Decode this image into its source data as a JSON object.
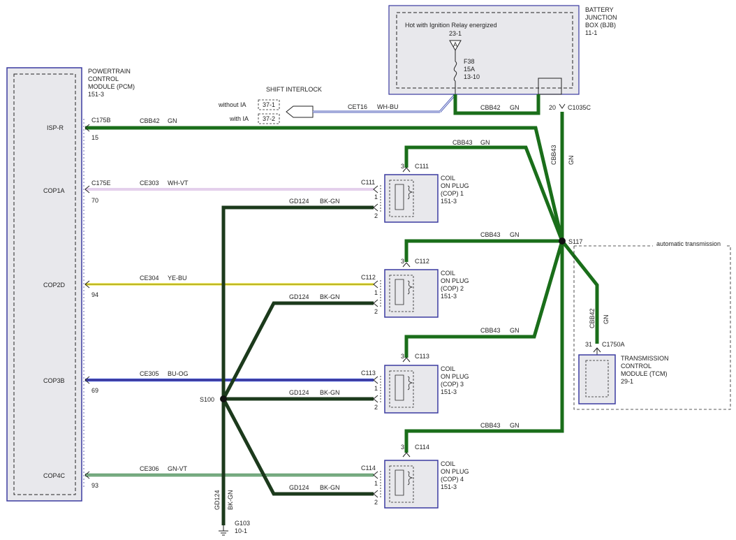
{
  "colors": {
    "gn": "#1a6e1a",
    "bk_gn": "#1c3a1c",
    "wh_vt": "#c9a0d9",
    "ye_bu": "#e8e000",
    "bu_og": "#1a2fc0",
    "gn_vt": "#2e7d3e",
    "wh_bu": "#4a5ab8",
    "module_border": "#3a3aa0",
    "module_fill": "#e8e8ec"
  },
  "pcm": {
    "title_lines": [
      "POWERTRAIN",
      "CONTROL",
      "MODULE (PCM)",
      "151-3"
    ],
    "pins": [
      {
        "name": "ISP-R",
        "connector": "C175B",
        "pin": "15"
      },
      {
        "name": "COP1A",
        "connector": "C175E",
        "pin": "70"
      },
      {
        "name": "COP2D",
        "connector": "",
        "pin": "94"
      },
      {
        "name": "COP3B",
        "connector": "",
        "pin": "69"
      },
      {
        "name": "COP4C",
        "connector": "",
        "pin": "93"
      }
    ]
  },
  "bjb": {
    "title_lines": [
      "BATTERY",
      "JUNCTION",
      "BOX (BJB)",
      "11-1"
    ],
    "hot_text": "Hot with Ignition Relay energized",
    "ref": "23-1",
    "fuse_letter": "A",
    "fuse_lines": [
      "F38",
      "15A",
      "13-10"
    ],
    "connector_pin": "20",
    "connector": "C1035C"
  },
  "shift_interlock": {
    "title": "SHIFT INTERLOCK",
    "rows": [
      {
        "label": "without IA",
        "ref": "37-1"
      },
      {
        "label": "with IA",
        "ref": "37-2"
      }
    ],
    "wire": "CET16",
    "wire_color": "WH-BU"
  },
  "wires": {
    "cbb42_top": {
      "circuit": "CBB42",
      "color": "GN"
    },
    "cbb42_bjb": {
      "circuit": "CBB42",
      "color": "GN"
    },
    "cbb43_vert": {
      "circuit": "CBB43",
      "color": "GN"
    },
    "cbb43_cop1": {
      "circuit": "CBB43",
      "color": "GN"
    },
    "cbb43_cop2": {
      "circuit": "CBB43",
      "color": "GN"
    },
    "cbb43_cop3": {
      "circuit": "CBB43",
      "color": "GN"
    },
    "cbb43_cop4": {
      "circuit": "CBB43",
      "color": "GN"
    },
    "ce303": {
      "circuit": "CE303",
      "color": "WH-VT"
    },
    "ce304": {
      "circuit": "CE304",
      "color": "YE-BU"
    },
    "ce305": {
      "circuit": "CE305",
      "color": "BU-OG"
    },
    "ce306": {
      "circuit": "CE306",
      "color": "GN-VT"
    },
    "gd124_1": {
      "circuit": "GD124",
      "color": "BK-GN"
    },
    "gd124_2": {
      "circuit": "GD124",
      "color": "BK-GN"
    },
    "gd124_3": {
      "circuit": "GD124",
      "color": "BK-GN"
    },
    "gd124_4": {
      "circuit": "GD124",
      "color": "BK-GN"
    },
    "gd124_vert": {
      "circuit": "GD124",
      "color": "BK-GN"
    },
    "cbb42_tcm": {
      "circuit": "CBB42",
      "color": "GN"
    }
  },
  "splices": {
    "s117": "S117",
    "s100": "S100"
  },
  "ground": {
    "name": "G103",
    "ref": "10-1"
  },
  "coils": [
    {
      "lines": [
        "COIL",
        "ON PLUG",
        "(COP) 1",
        "151-3"
      ],
      "connector": "C111",
      "pin3": "3",
      "pin1": "1",
      "pin2": "2"
    },
    {
      "lines": [
        "COIL",
        "ON PLUG",
        "(COP) 2",
        "151-3"
      ],
      "connector": "C112",
      "pin3": "3",
      "pin1": "1",
      "pin2": "2"
    },
    {
      "lines": [
        "COIL",
        "ON PLUG",
        "(COP) 3",
        "151-3"
      ],
      "connector": "C113",
      "pin3": "3",
      "pin1": "1",
      "pin2": "2"
    },
    {
      "lines": [
        "COIL",
        "ON PLUG",
        "(COP) 4",
        "151-3"
      ],
      "connector": "C114",
      "pin3": "3",
      "pin1": "1",
      "pin2": "2"
    }
  ],
  "tcm": {
    "box_label": "automatic transmission",
    "title_lines": [
      "TRANSMISSION",
      "CONTROL",
      "MODULE (TCM)",
      "29-1"
    ],
    "pin": "31",
    "connector": "C1750A"
  }
}
